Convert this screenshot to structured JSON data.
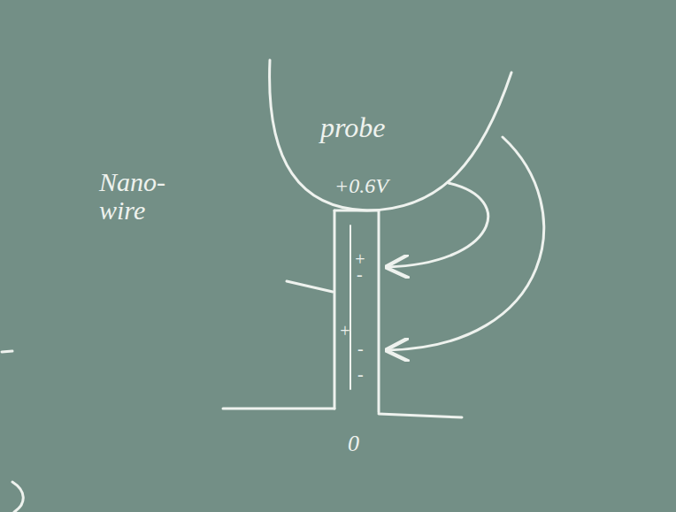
{
  "diagram": {
    "labels": [
      "Nano- wire",
      "probe",
      "+0.6V",
      "0",
      "+",
      "-",
      "+",
      "-",
      "-"
    ]
  }
}
